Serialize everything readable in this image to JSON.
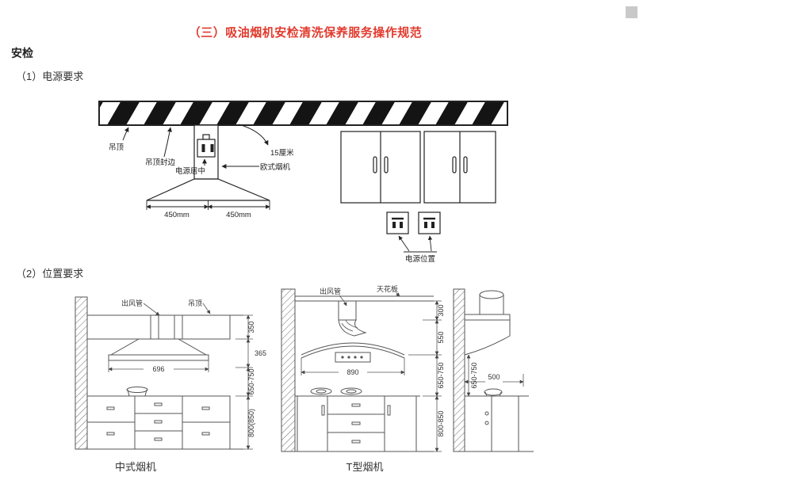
{
  "page": {
    "title": "（三）吸油烟机安检清洗保养服务操作规范",
    "title_color": "#e23b2e",
    "section": "安检",
    "item1": "（1）电源要求",
    "item2": "（2）位置要求"
  },
  "power_diagram": {
    "ceiling": "吊顶",
    "ceiling_edge": "吊顶封边",
    "power_centered": "电源居中",
    "cm15": "15厘米",
    "euro_hood": "欧式烟机",
    "left_450": "450mm",
    "right_450": "450mm",
    "power_position": "电源位置"
  },
  "position_diagrams": {
    "chinese": {
      "caption": "中式烟机",
      "duct": "出风管",
      "ceiling": "吊顶",
      "dim_350": "350",
      "dim_365": "365",
      "dim_696": "696",
      "dim_650_750": "650-750",
      "dim_800": "800(850)"
    },
    "t_type": {
      "caption": "T型烟机",
      "duct": "出风管",
      "ceiling_board": "天花板",
      "dim_300": "300",
      "dim_550": "550",
      "dim_890": "890",
      "dim_650_750": "650-750",
      "dim_800_850": "800-850"
    },
    "side": {
      "dim_500": "500",
      "dim_650_750": "650-750"
    }
  }
}
